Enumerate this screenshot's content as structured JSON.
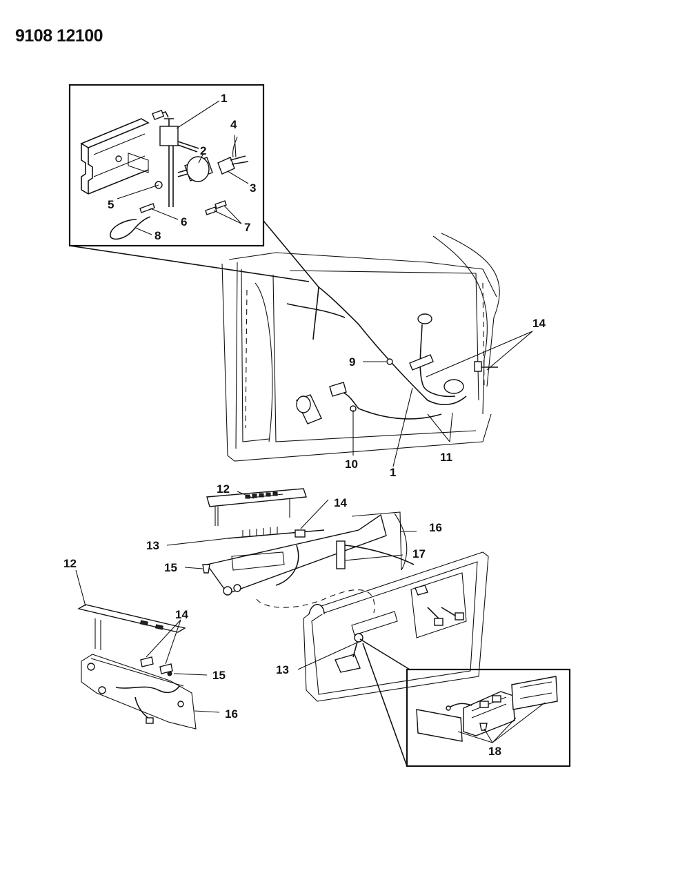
{
  "header": {
    "code": "9108 12100"
  },
  "callouts": {
    "c1_top": "1",
    "c2": "2",
    "c3": "3",
    "c4": "4",
    "c5": "5",
    "c6": "6",
    "c7": "7",
    "c8": "8",
    "c9": "9",
    "c10": "10",
    "c1_mid": "1",
    "c11": "11",
    "c14_mid": "14",
    "c12_top": "12",
    "c14_top": "14",
    "c13_top": "13",
    "c16_top": "16",
    "c15_top": "15",
    "c17": "17",
    "c12_left": "12",
    "c14_left": "14",
    "c15_left": "15",
    "c16_left": "16",
    "c13_bottom": "13",
    "c18": "18"
  }
}
